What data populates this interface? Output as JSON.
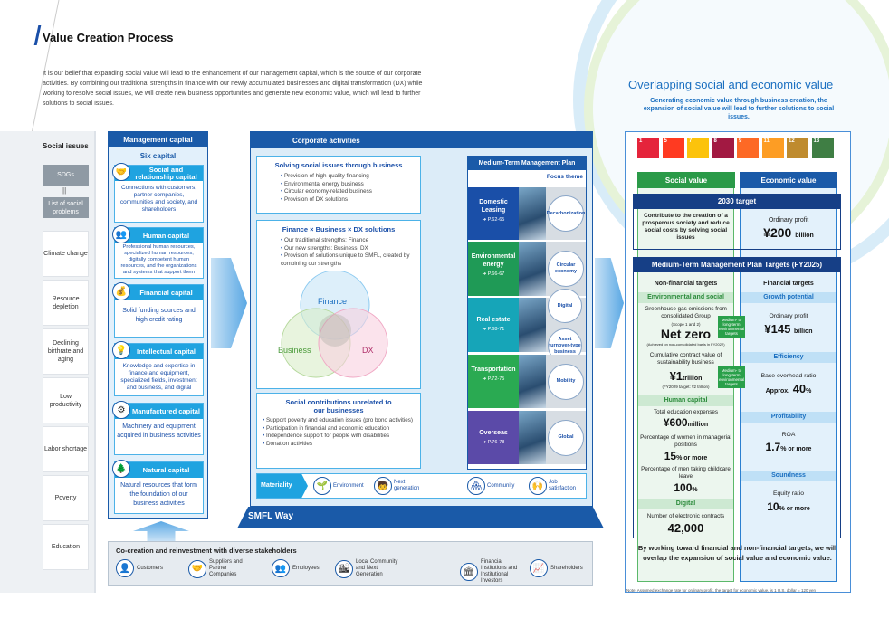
{
  "header": {
    "title": "Value Creation Process",
    "intro": "It is our belief that expanding social value will lead to the enhancement of our management capital, which is the source of our corporate activities. By combining our traditional strengths in finance with our newly accumulated businesses and digital transformation (DX) while working to resolve social issues, we will create new business opportunities and generate new economic value, which will lead to further solutions to social issues."
  },
  "overlap": {
    "title": "Overlapping social and economic value",
    "subtitle": "Generating economic value through business creation, the expansion of social value will lead to further solutions to social issues."
  },
  "social_issues": {
    "title": "Social issues",
    "sdgs": "SDGs",
    "equals": "||",
    "list": "List of social problems",
    "items": [
      "Climate change",
      "Resource depletion",
      "Declining birthrate and aging",
      "Low productivity",
      "Labor shortage",
      "Poverty",
      "Education"
    ]
  },
  "management_capital": {
    "title": "Management capital",
    "subtitle": "Six capital",
    "capitals": [
      {
        "name": "Social and relationship capital",
        "desc": "Connections with customers, partner companies, communities and society, and shareholders",
        "icon": "handshake-icon"
      },
      {
        "name": "Human capital",
        "desc": "Professional human resources, specialized human resources, digitally competent human resources, and the organizations and systems that support them",
        "icon": "people-icon"
      },
      {
        "name": "Financial capital",
        "desc": "Solid funding sources and high credit rating",
        "icon": "money-icon"
      },
      {
        "name": "Intellectual capital",
        "desc": "Knowledge and expertise in finance and equipment, specialized fields, investment and business, and digital",
        "icon": "lightbulb-icon"
      },
      {
        "name": "Manufactured capital",
        "desc": "Machinery and equipment acquired in business activities",
        "icon": "machinery-icon"
      },
      {
        "name": "Natural capital",
        "desc": "Natural resources that form the foundation of our business activities",
        "icon": "tree-icon"
      }
    ]
  },
  "corporate": {
    "title": "Corporate activities",
    "solving": {
      "title": "Solving social issues through business",
      "items": [
        "Provision of high-quality financing",
        "Environmental energy business",
        "Circular economy-related business",
        "Provision of DX solutions"
      ]
    },
    "solutions": {
      "title": "Finance × Business × DX solutions",
      "items": [
        "Our traditional strengths: Finance",
        "Our new strengths: Business, DX",
        "Provision of solutions unique to SMFL, created by combining our strengths"
      ],
      "venn": [
        "Finance",
        "Business",
        "DX"
      ]
    },
    "contrib": {
      "title": "Social contributions unrelated to our businesses",
      "items": [
        "Support poverty and education issues (pro bono activities)",
        "Participation in financial and economic education",
        "Independence support for people with disabilities",
        "Donation activities"
      ]
    },
    "mtmp": {
      "title": "Medium-Term Management Plan",
      "focus": "Focus theme",
      "rows": [
        {
          "name": "Domestic Leasing",
          "page": "➔ P.62-65",
          "theme": "Decarbonization",
          "color": "#1a4fa8"
        },
        {
          "name": "Environmental energy",
          "page": "➔ P.66-67",
          "theme": "Circular economy",
          "color": "#1f9a56"
        },
        {
          "name": "Real estate",
          "page": "➔ P.68-71",
          "theme": "Digital",
          "theme2": "Asset turnover-type business",
          "color": "#16a5b8"
        },
        {
          "name": "Transportation",
          "page": "➔ P.72-75",
          "theme": "Mobility",
          "color": "#2aaa52"
        },
        {
          "name": "Overseas",
          "page": "➔ P.76-78",
          "theme": "Global",
          "color": "#5b4aa8"
        }
      ]
    },
    "materiality": {
      "label": "Materiality",
      "items": [
        "Environment",
        "Next generation",
        "Community",
        "Job satisfaction"
      ]
    },
    "way": "SMFL Way"
  },
  "cocreation": {
    "title": "Co-creation and reinvestment with diverse stakeholders",
    "items": [
      "Customers",
      "Suppliers and Partner Companies",
      "Employees",
      "Local Community and Next Generation",
      "Financial Institutions and Institutional Investors",
      "Shareholders"
    ]
  },
  "right": {
    "sdgs": [
      {
        "n": "1",
        "c": "#e5243b"
      },
      {
        "n": "5",
        "c": "#ff3a21"
      },
      {
        "n": "7",
        "c": "#fcc30b"
      },
      {
        "n": "8",
        "c": "#a21942"
      },
      {
        "n": "9",
        "c": "#fd6925"
      },
      {
        "n": "11",
        "c": "#fd9d24"
      },
      {
        "n": "12",
        "c": "#bf8b2e"
      },
      {
        "n": "13",
        "c": "#3f7e44"
      }
    ],
    "social_value": "Social value",
    "economic_value": "Economic value",
    "target2030": {
      "title": "2030 target",
      "social": "Contribute to the creation of a prosperous society and reduce social costs by solving social issues",
      "econ_label": "Ordinary profit",
      "econ_value": "¥200",
      "econ_unit": "billion"
    },
    "mtmp_title": "Medium-Term Management Plan Targets (FY2025)",
    "nonfin": {
      "title": "Non-financial targets",
      "env": "Environmental and social",
      "ghg_label": "Greenhouse gas emissions from consolidated Group",
      "ghg_scope": "(Scope 1 and 2)",
      "ghg_value": "Net zero",
      "ghg_note": "(Achieved on non-consolidated basis in FY2022)",
      "tag": "Medium- to long-term environmental targets",
      "sust_label": "Cumulative contract value of sustainability business",
      "sust_value": "¥1",
      "sust_unit": "trillion",
      "sust_note": "(FY2029 target: ¥2 trillion)",
      "human": "Human capital",
      "edu_label": "Total education expenses",
      "edu_value": "¥600",
      "edu_unit": "million",
      "women_label": "Percentage of women in managerial positions",
      "women_value": "15",
      "women_unit": "% or more",
      "men_label": "Percentage of men taking childcare leave",
      "men_value": "100",
      "men_unit": "%",
      "digital": "Digital",
      "contracts_label": "Number of electronic contracts",
      "contracts_value": "42,000"
    },
    "fin": {
      "title": "Financial targets",
      "growth": "Growth potential",
      "op_label": "Ordinary profit",
      "op_value": "¥145",
      "op_unit": "billion",
      "eff": "Efficiency",
      "bor_label": "Base overhead ratio",
      "bor_pre": "Approx.",
      "bor_value": "40",
      "bor_unit": "%",
      "prof": "Profitability",
      "roa_label": "ROA",
      "roa_value": "1.7",
      "roa_unit": "% or more",
      "sound": "Soundness",
      "eq_label": "Equity ratio",
      "eq_value": "10",
      "eq_unit": "% or more"
    },
    "conclusion": "By working toward financial and non-financial targets, we will overlap the expansion of social value and economic value.",
    "note": "Note: Assumed exchange rate for ordinary profit, the target for economic value, is 1 U.S. dollar = 120 yen"
  }
}
